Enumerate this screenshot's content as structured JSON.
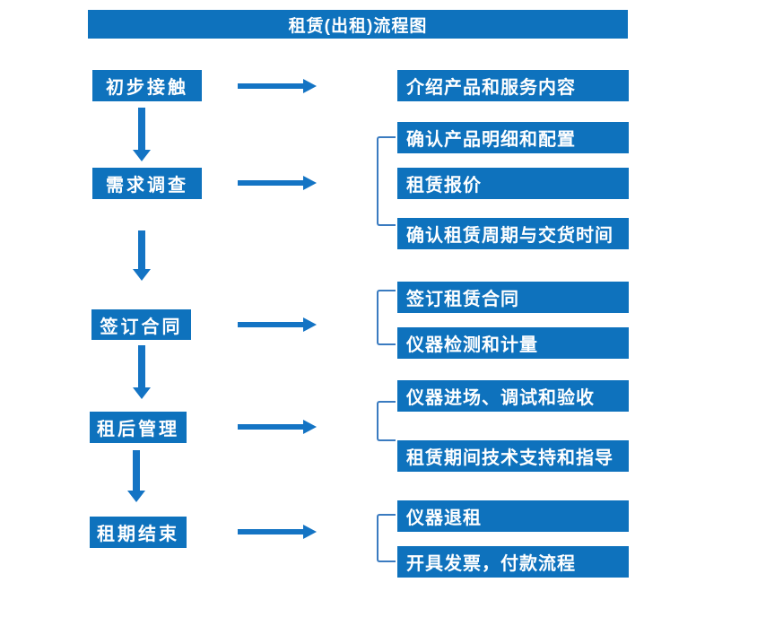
{
  "title": "租赁(出租)流程图",
  "colors": {
    "primary_blue": "#0E72BD",
    "arrow_blue": "#1474C4",
    "bracket_blue": "#3A7BC0",
    "text_white": "#FFFFFF",
    "background": "#FFFFFF"
  },
  "steps": [
    {
      "label": "初步接触",
      "details": [
        "介绍产品和服务内容"
      ]
    },
    {
      "label": "需求调查",
      "details": [
        "确认产品明细和配置",
        "租赁报价",
        "确认租赁周期与交货时间"
      ]
    },
    {
      "label": "签订合同",
      "details": [
        "签订租赁合同",
        "仪器检测和计量"
      ]
    },
    {
      "label": "租后管理",
      "details": [
        "仪器进场、调试和验收",
        "租赁期间技术支持和指导"
      ]
    },
    {
      "label": "租期结束",
      "details": [
        "仪器退租",
        "开具发票，付款流程"
      ]
    }
  ]
}
